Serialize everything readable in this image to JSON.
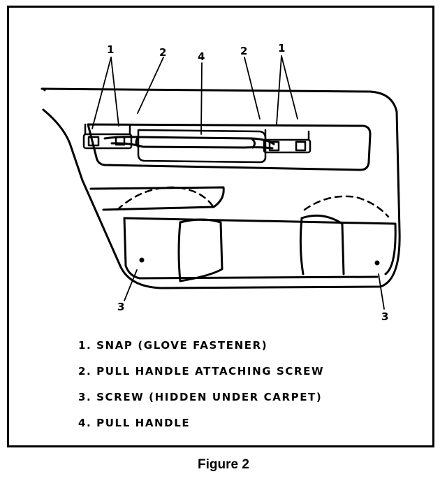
{
  "callouts": {
    "snap_left": "1",
    "screw_left": "2",
    "handle": "4",
    "screw_right": "2",
    "snap_right": "1",
    "carpet_left": "3",
    "carpet_right": "3"
  },
  "legend": [
    "1. SNAP (GLOVE FASTENER)",
    "2. PULL HANDLE ATTACHING SCREW",
    "3. SCREW (HIDDEN UNDER CARPET)",
    "4. PULL HANDLE"
  ],
  "caption": "Figure 2",
  "colors": {
    "ink": "#000000",
    "paper": "#ffffff"
  }
}
